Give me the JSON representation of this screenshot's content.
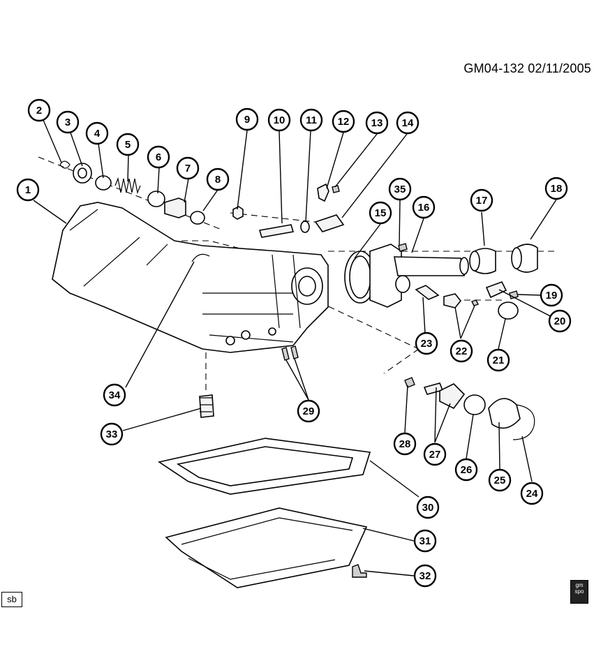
{
  "header": {
    "diagram_code": "GM04-132 02/11/2005"
  },
  "callouts": [
    "1",
    "2",
    "3",
    "4",
    "5",
    "6",
    "7",
    "8",
    "9",
    "10",
    "11",
    "12",
    "13",
    "14",
    "15",
    "16",
    "17",
    "18",
    "19",
    "20",
    "21",
    "22",
    "23",
    "24",
    "25",
    "26",
    "27",
    "28",
    "29",
    "30",
    "31",
    "32",
    "33",
    "34",
    "35"
  ],
  "footer": {
    "box_label": "sb",
    "logo_text": "gm spo"
  }
}
